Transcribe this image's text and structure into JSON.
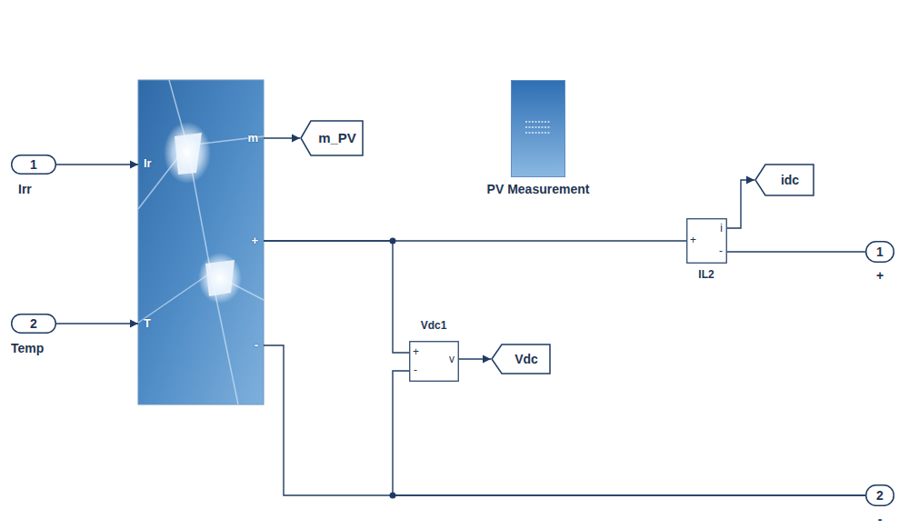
{
  "diagram": {
    "nodes": [
      {
        "text": [
          "1",
          "Irr"
        ]
      },
      {
        "text": [
          "2",
          "Temp"
        ]
      },
      {
        "text": [
          "Ir",
          "T",
          "m",
          "+",
          "-"
        ]
      },
      {
        "text": [
          "PV Measurement"
        ]
      },
      {
        "text": [
          "m_PV"
        ]
      },
      {
        "text": [
          "Vdc1",
          "+",
          "-",
          "v"
        ]
      },
      {
        "text": [
          "Vdc"
        ]
      },
      {
        "text": [
          "+",
          "i",
          "-",
          "IL2"
        ]
      },
      {
        "text": [
          "idc"
        ]
      },
      {
        "text": [
          "1",
          "+"
        ]
      },
      {
        "text": [
          "2",
          "-"
        ]
      }
    ],
    "edges": [
      {
        "from": 0,
        "to": 2,
        "arrow": "to"
      },
      {
        "from": 1,
        "to": 2,
        "arrow": "to"
      },
      {
        "from": 2,
        "to": 4,
        "arrow": "to"
      },
      {
        "from": 5,
        "to": 6,
        "arrow": "to"
      },
      {
        "from": 7,
        "to": 8,
        "arrow": "to"
      },
      {
        "from": 2,
        "to": 7,
        "arrow": "none"
      },
      {
        "from": 2,
        "to": 5,
        "arrow": "none"
      },
      {
        "from": 2,
        "to": 10,
        "arrow": "none"
      },
      {
        "from": 5,
        "to": 10,
        "arrow": "none"
      },
      {
        "from": 7,
        "to": 9,
        "arrow": "none"
      }
    ]
  }
}
